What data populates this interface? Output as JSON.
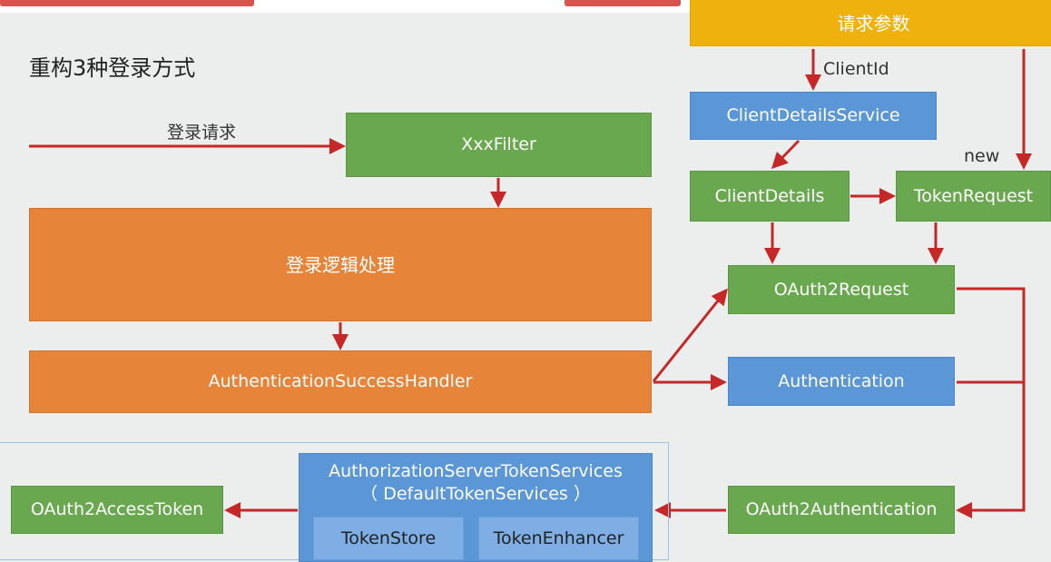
{
  "title": "重构3种登录方式",
  "labels": {
    "login_request": "登录请求",
    "client_id": "ClientId",
    "new": "new"
  },
  "boxes": {
    "request_params": "请求参数",
    "client_details_service": "ClientDetailsService",
    "client_details": "ClientDetails",
    "token_request": "TokenRequest",
    "xxx_filter": "XxxFilter",
    "login_logic": "登录逻辑处理",
    "auth_success_handler": "AuthenticationSuccessHandler",
    "oauth2_request": "OAuth2Request",
    "authentication": "Authentication",
    "oauth2_authentication": "OAuth2Authentication",
    "token_services_line1": "AuthorizationServerTokenServices",
    "token_services_line2": "（ DefaultTokenServices ）",
    "token_store": "TokenStore",
    "token_enhancer": "TokenEnhancer",
    "oauth2_access_token": "OAuth2AccessToken"
  },
  "colors": {
    "green": "#6aa84f",
    "orange": "#e6843a",
    "blue": "#5b96d6",
    "yellow": "#efb10d",
    "arrow": "#c62828"
  }
}
